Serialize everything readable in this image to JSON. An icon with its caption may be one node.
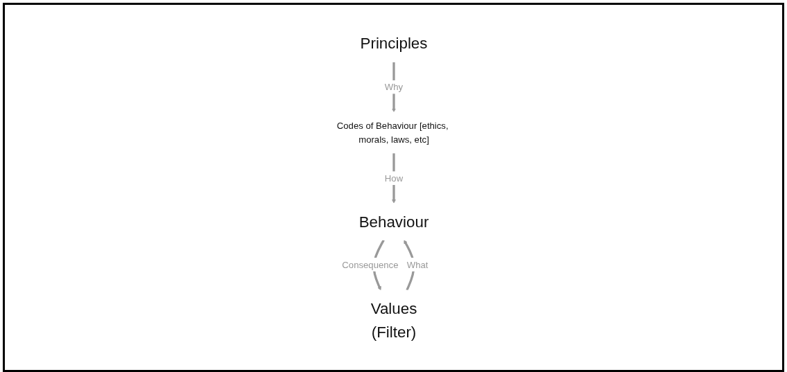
{
  "diagram": {
    "nodes": [
      {
        "text": [
          "Principles"
        ]
      },
      {
        "text": [
          "Codes of Behaviour [ethics, morals, laws, etc]"
        ]
      },
      {
        "text": [
          "Values",
          "(Filter)"
        ]
      },
      {
        "text": [
          "Behaviour"
        ]
      }
    ],
    "edges": [
      {
        "from": 0,
        "to": 1,
        "arrow": "to",
        "label": "Why"
      },
      {
        "from": 1,
        "to": 3,
        "arrow": "to",
        "label": "How"
      },
      {
        "from": 2,
        "to": 3,
        "arrow": "to",
        "label": "What"
      },
      {
        "from": 3,
        "to": 2,
        "arrow": "to",
        "label": "Consequence"
      }
    ]
  }
}
